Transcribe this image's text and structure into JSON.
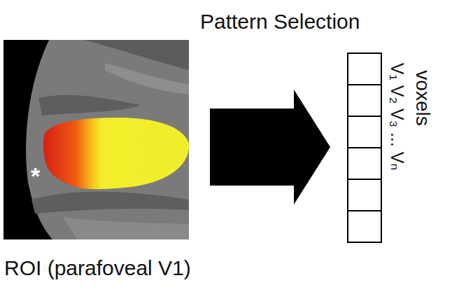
{
  "diagram": {
    "title": "Pattern Selection",
    "labels": [
      "ROI (parafoveal V1)",
      "*",
      "voxels",
      "V₁ V₂ V₃ ... Vₙ"
    ]
  }
}
